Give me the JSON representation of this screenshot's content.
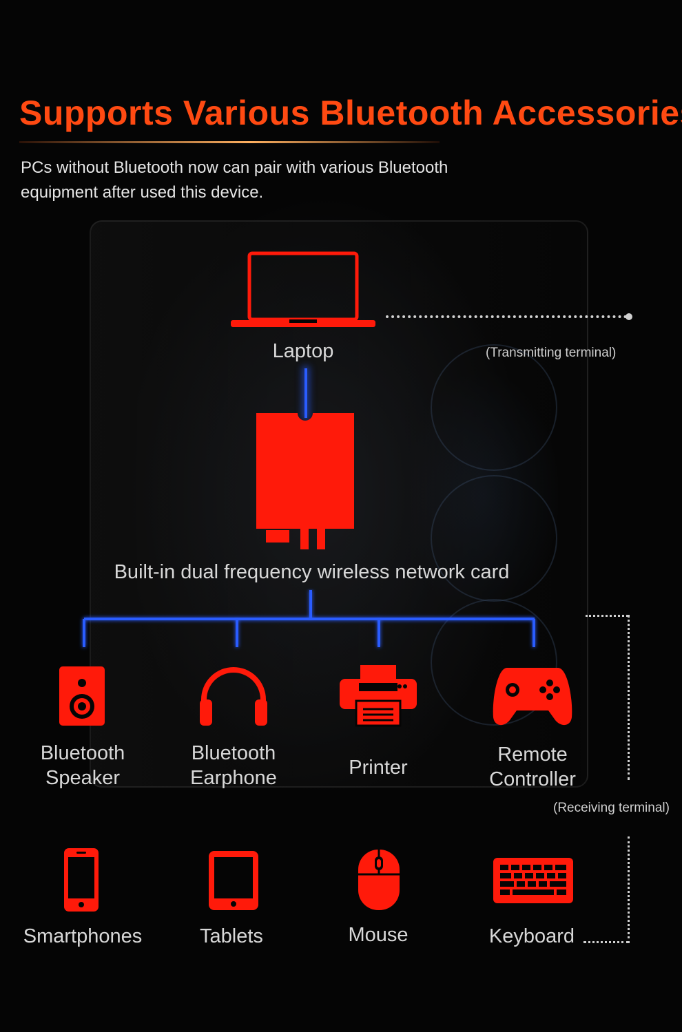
{
  "header": {
    "title": "Supports Various Bluetooth Accessories.",
    "subtitle": "PCs without Bluetooth now can pair with various Bluetooth equipment after used this device."
  },
  "diagram": {
    "transmitter_label": "Laptop",
    "transmitter_note": "(Transmitting terminal)",
    "card_label": "Built-in dual frequency wireless network card",
    "receiver_note": "(Receiving terminal)"
  },
  "devices_row1": [
    {
      "label_line1": "Bluetooth",
      "label_line2": "Speaker",
      "icon": "speaker-icon"
    },
    {
      "label_line1": "Bluetooth",
      "label_line2": "Earphone",
      "icon": "headphones-icon"
    },
    {
      "label_line1": "Printer",
      "label_line2": "",
      "icon": "printer-icon"
    },
    {
      "label_line1": "Remote",
      "label_line2": "Controller",
      "icon": "gamepad-icon"
    }
  ],
  "devices_row2": [
    {
      "label": "Smartphones",
      "icon": "smartphone-icon"
    },
    {
      "label": "Tablets",
      "icon": "tablet-icon"
    },
    {
      "label": "Mouse",
      "icon": "mouse-icon"
    },
    {
      "label": "Keyboard",
      "icon": "keyboard-icon"
    }
  ],
  "colors": {
    "accent": "#ff4a12",
    "icon_red": "#ff1a0a",
    "connector_blue": "#2a5cff",
    "background": "#050505"
  }
}
